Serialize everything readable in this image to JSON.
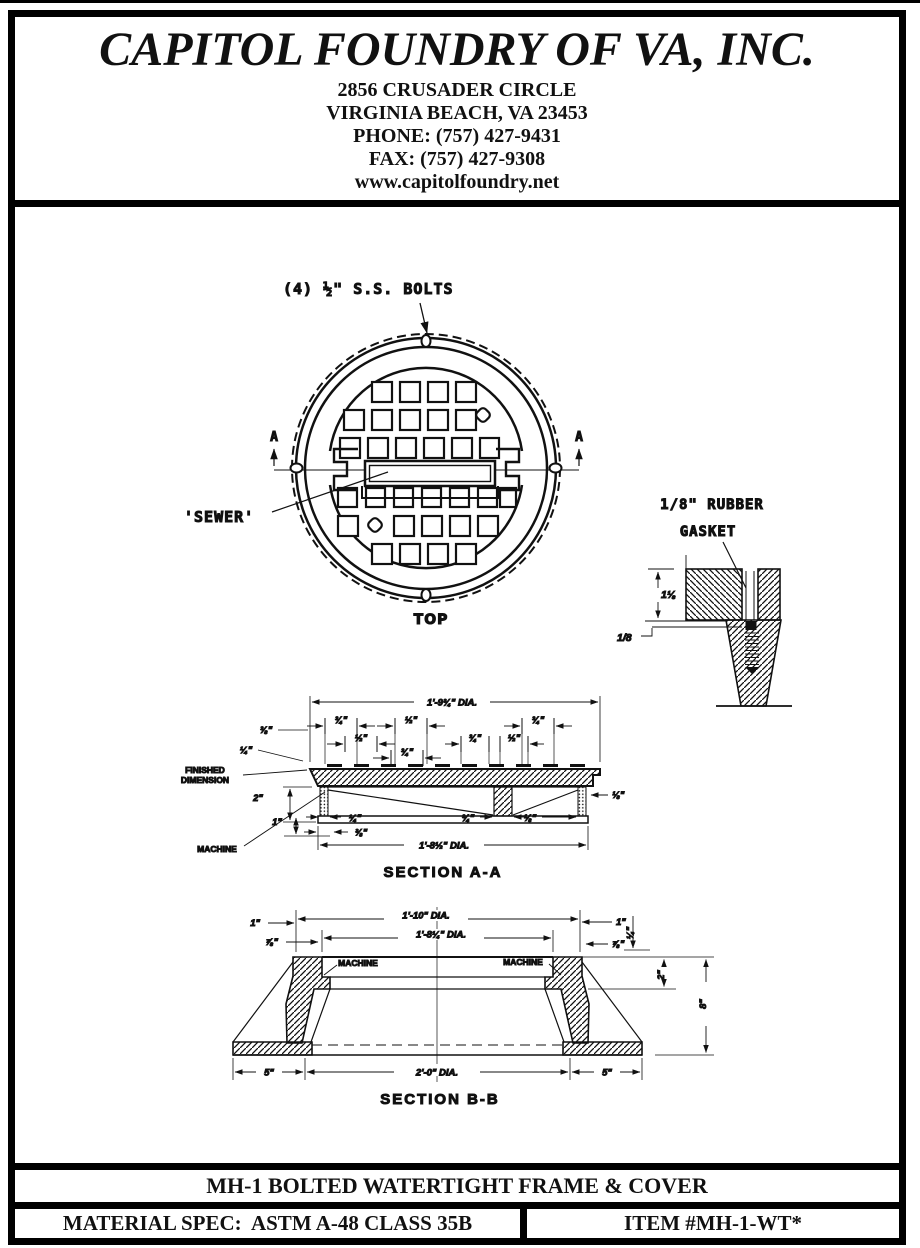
{
  "colors": {
    "ink": "#111111",
    "paper": "#ffffff"
  },
  "header": {
    "company": "CAPITOL FOUNDRY OF VA, INC.",
    "address_line1": "2856 CRUSADER CIRCLE",
    "address_line2": "VIRGINIA BEACH, VA 23453",
    "phone": "PHONE: (757) 427-9431",
    "fax": "FAX: (757) 427-9308",
    "website": "www.capitolfoundry.net"
  },
  "drawing": {
    "top_view": {
      "bolts_label": "(4) ½\" S.S. BOLTS",
      "sewer_label": "'SEWER'",
      "view_label": "TOP",
      "section_marker_left": "A",
      "section_marker_right": "A"
    },
    "gasket_detail": {
      "label_line1": "1/8\" RUBBER",
      "label_line2": "GASKET",
      "dim_cover": "1⅛",
      "dim_gasket": "1/8"
    },
    "section_aa": {
      "title": "SECTION A-A",
      "dia_top": "1'-9¾\" DIA.",
      "dia_bottom": "1'-8½\" DIA.",
      "top_dims_row1": [
        "¾\"",
        "½\"",
        "¾\""
      ],
      "top_dims_row2": [
        "½\"",
        "¾\"",
        "½\""
      ],
      "top_dims_row3": [
        "¾\""
      ],
      "left_dim_38": "⅜\"",
      "left_dim_14": "¼\"",
      "finished_line1": "FINISHED",
      "finished_line2": "DIMENSION",
      "left_dim_2": "2\"",
      "left_dim_1": "1\"",
      "machine_label": "MACHINE",
      "right_dim_18": "⅛\"",
      "bottom_dims": [
        "¼\"",
        "⅜\"",
        "¾\"",
        "⅛\""
      ]
    },
    "section_bb": {
      "title": "SECTION B-B",
      "dia_top": "1'-10\" DIA.",
      "dia_seat": "1'-8¼\" DIA.",
      "left_dim_1": "1\"",
      "left_dim_78": "⅞\"",
      "right_dim_1": "1\"",
      "right_dim_78": "⅞\"",
      "dim_quarter": "¼\"",
      "dim_two": "2\"",
      "dim_height": "8\"",
      "machine_left": "MACHINE",
      "machine_right": "MACHINE",
      "base_dim_left": "5\"",
      "base_dia": "2'-0\" DIA.",
      "base_dim_right": "5\""
    }
  },
  "footer": {
    "title": "MH-1 BOLTED WATERTIGHT FRAME & COVER",
    "material_spec": "MATERIAL SPEC:  ASTM A-48 CLASS 35B",
    "item_number": "ITEM #MH-1-WT*"
  }
}
